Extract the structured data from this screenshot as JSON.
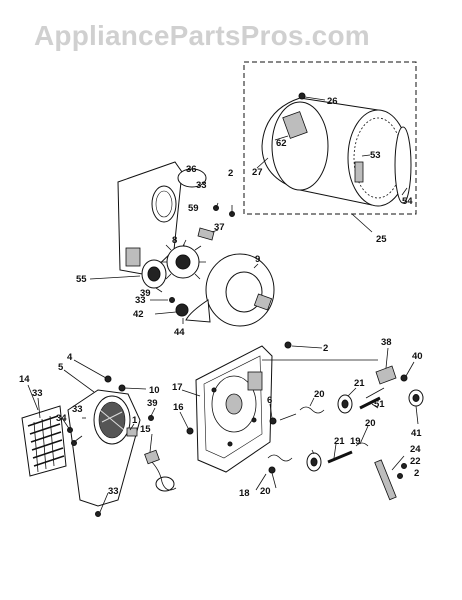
{
  "watermark": "AppliancePartsPros.com",
  "labels": {
    "l26": "26",
    "l62": "62",
    "l27": "27",
    "l53": "53",
    "l54": "54",
    "l25": "25",
    "l36": "36",
    "l2a": "2",
    "l33a": "33",
    "l59": "59",
    "l37": "37",
    "l8": "8",
    "l55": "55",
    "l39a": "39",
    "l9": "9",
    "l33b": "33",
    "l42": "42",
    "l44": "44",
    "l2b": "2",
    "l38": "38",
    "l40": "40",
    "l4": "4",
    "l5": "5",
    "l10": "10",
    "l14": "14",
    "l33c": "33",
    "l34": "34",
    "l33d": "33",
    "l1": "1",
    "l39b": "39",
    "l15": "15",
    "l33e": "33",
    "l17": "17",
    "l16": "16",
    "l6": "6",
    "l20a": "20",
    "l21a": "21",
    "l51": "51",
    "l41": "41",
    "l21b": "21",
    "l19": "19",
    "l20b": "20",
    "l24": "24",
    "l22": "22",
    "l2c": "2",
    "l18": "18",
    "l20c": "20"
  }
}
